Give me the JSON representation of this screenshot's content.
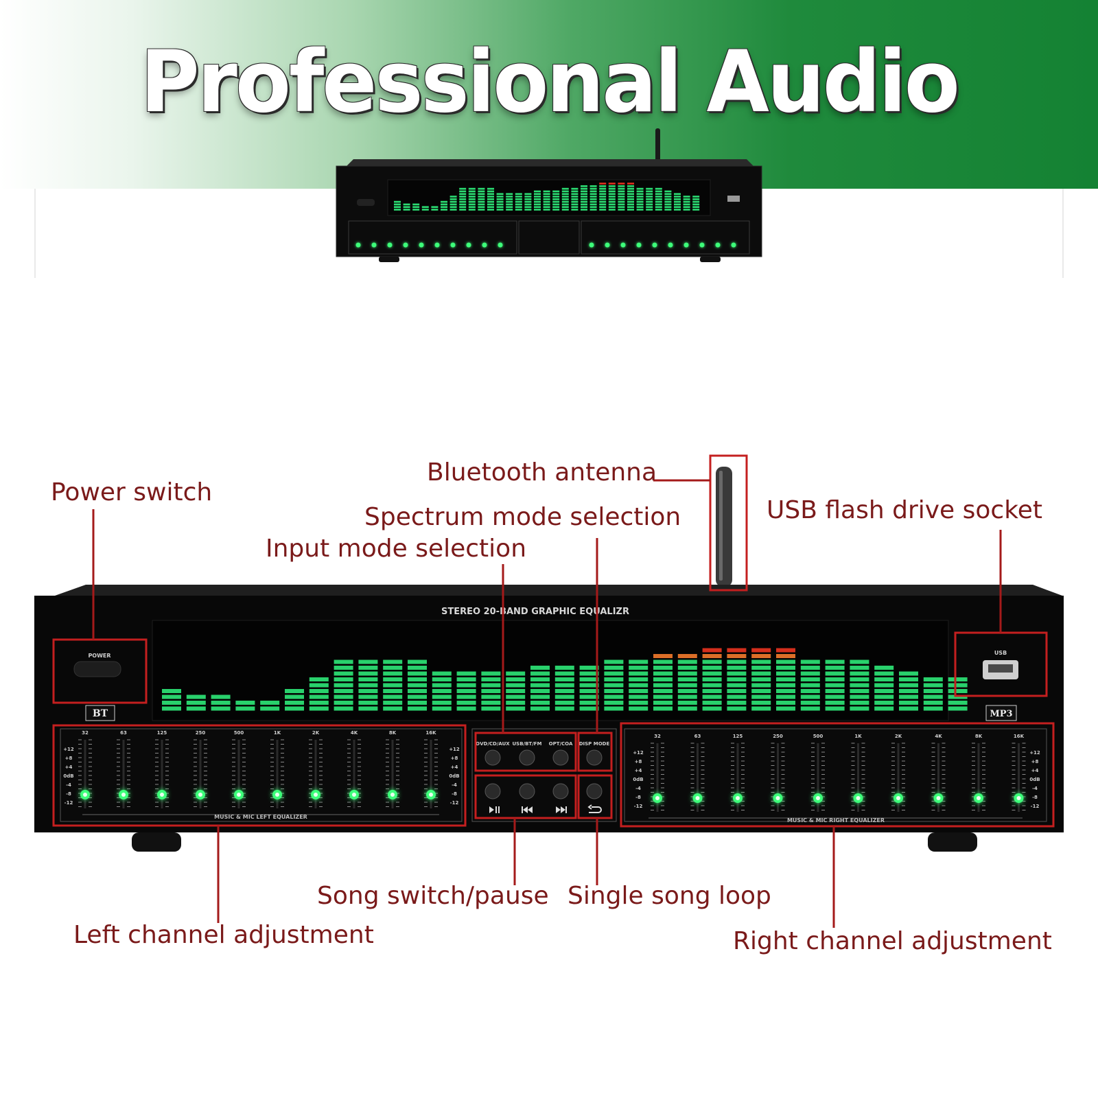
{
  "header": {
    "title": "Professional Audio"
  },
  "device": {
    "panel_title": "STEREO 20-BAND GRAPHIC EQUALIZR",
    "power_label": "POWER",
    "usb_label": "USB",
    "bt_badge": "BT",
    "mp3_badge": "MP3",
    "left_eq_caption": "MUSIC & MIC LEFT EQUALIZER",
    "right_eq_caption": "MUSIC & MIC RIGHT EQUALIZER",
    "band_labels": [
      "32",
      "63",
      "125",
      "250",
      "500",
      "1K",
      "2K",
      "4K",
      "8K",
      "16K"
    ],
    "db_scale": [
      "+12",
      "+8",
      "+4",
      "0dB",
      "-4",
      "-8",
      "-12"
    ],
    "input_buttons": [
      "DVD/CD/AUX",
      "USB/BT/FM",
      "OPT/COA"
    ],
    "disp_mode_label": "DISP MODE",
    "spectrum_levels": [
      4,
      3,
      3,
      2,
      2,
      4,
      6,
      9,
      9,
      9,
      9,
      7,
      7,
      7,
      7,
      8,
      8,
      8,
      9,
      9,
      10,
      10,
      11,
      11,
      11,
      11,
      9,
      9,
      9,
      8,
      7,
      6,
      6
    ],
    "colors": {
      "callout": "#7a1a1a",
      "spectrum_green": "#2bdc72",
      "spectrum_red": "#e0321e",
      "led_green": "#3dff7a",
      "box_red": "#c41f1f"
    }
  },
  "callouts": {
    "power_switch": "Power switch",
    "bluetooth_antenna": "Bluetooth antenna",
    "spectrum_mode": "Spectrum mode selection",
    "input_mode": "Input mode selection",
    "usb_socket": "USB flash drive socket",
    "song_switch": "Song switch/pause",
    "single_loop": "Single song loop",
    "left_channel": "Left channel adjustment",
    "right_channel": "Right channel adjustment"
  }
}
